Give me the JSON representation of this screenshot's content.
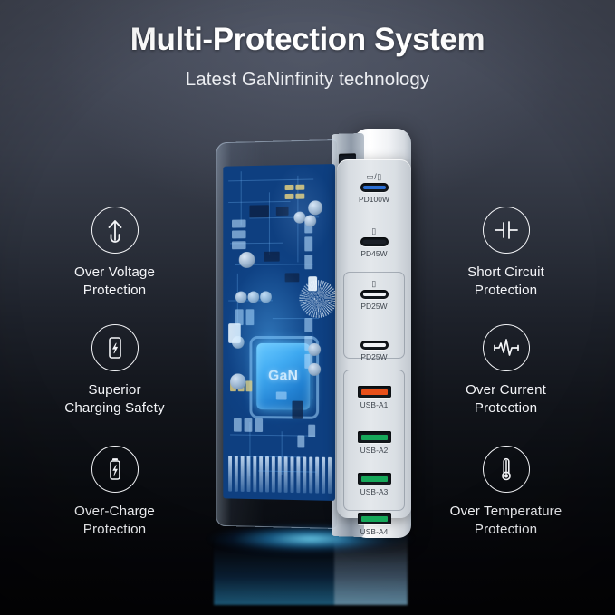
{
  "header": {
    "title": "Multi-Protection System",
    "subtitle": "Latest GaNinfinity technology"
  },
  "features_left": [
    {
      "icon": "over-voltage-arrow-icon",
      "line1": "Over Voltage",
      "line2": "Protection"
    },
    {
      "icon": "phone-bolt-icon",
      "line1": "Superior",
      "line2": "Charging Safety"
    },
    {
      "icon": "battery-bolt-icon",
      "line1": "Over-Charge",
      "line2": "Protection"
    }
  ],
  "features_right": [
    {
      "icon": "capacitor-icon",
      "line1": "Short Circuit",
      "line2": "Protection"
    },
    {
      "icon": "waveform-pulse-icon",
      "line1": "Over Current",
      "line2": "Protection"
    },
    {
      "icon": "thermometer-icon",
      "line1": "Over Temperature",
      "line2": "Protection"
    }
  ],
  "product": {
    "chip_label": "GaN",
    "ports": [
      {
        "label": "PD100W",
        "glyph": "▭/▯",
        "type": "typec",
        "color": "#2b6fd4"
      },
      {
        "label": "PD45W",
        "glyph": "▯",
        "type": "typec",
        "color": "#1b2028"
      },
      {
        "label": "PD25W",
        "glyph": "▯",
        "type": "typec",
        "color": "#f0f2f5"
      },
      {
        "label": "PD25W",
        "glyph": "",
        "type": "typec",
        "color": "#f0f2f5"
      },
      {
        "label": "USB-A1",
        "glyph": "",
        "type": "typea",
        "color": "#e8501a"
      },
      {
        "label": "USB-A2",
        "glyph": "",
        "type": "typea",
        "color": "#16a85a"
      },
      {
        "label": "USB-A3",
        "glyph": "",
        "type": "typea",
        "color": "#16a85a"
      },
      {
        "label": "USB-A4",
        "glyph": "",
        "type": "typea",
        "color": "#16a85a"
      }
    ]
  },
  "colors": {
    "background_top": "#464b59",
    "background_bottom": "#030305",
    "accent_glow": "#78e1ff",
    "pcb_blue": "#0e3f80",
    "usb_a1": "#e8501a",
    "usb_a_green": "#16a85a",
    "pd100w_blue": "#2b6fd4",
    "text": "#ffffff"
  }
}
